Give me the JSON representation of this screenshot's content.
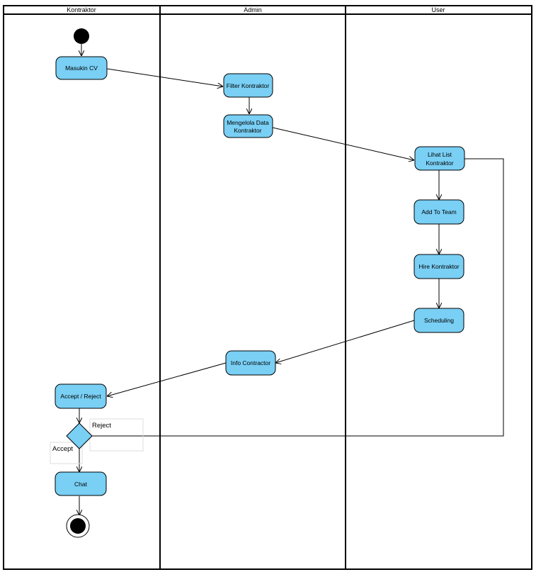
{
  "lanes": [
    {
      "id": "kontraktor",
      "title": "Kontraktor"
    },
    {
      "id": "admin",
      "title": "Admin"
    },
    {
      "id": "user",
      "title": "User"
    }
  ],
  "nodes": {
    "masukin_cv": "Masukin CV",
    "filter_kontraktor": "Filter Kontraktor",
    "mengelola_data": [
      "Mengelola Data",
      "Kontraktor"
    ],
    "lihat_list": [
      "Lihat List",
      "Kontraktor"
    ],
    "add_to_team": "Add To Team",
    "hire_kontraktor": "Hire Kontraktor",
    "scheduling": "Scheduling",
    "info_contractor": "Info Contractor",
    "accept_reject": "Accept / Reject",
    "chat": "Chat"
  },
  "guards": {
    "reject": "Reject",
    "accept": "Accept"
  },
  "colors": {
    "action_fill": "#79cff4",
    "stroke": "#000000",
    "guard_box": "#dddddd"
  }
}
